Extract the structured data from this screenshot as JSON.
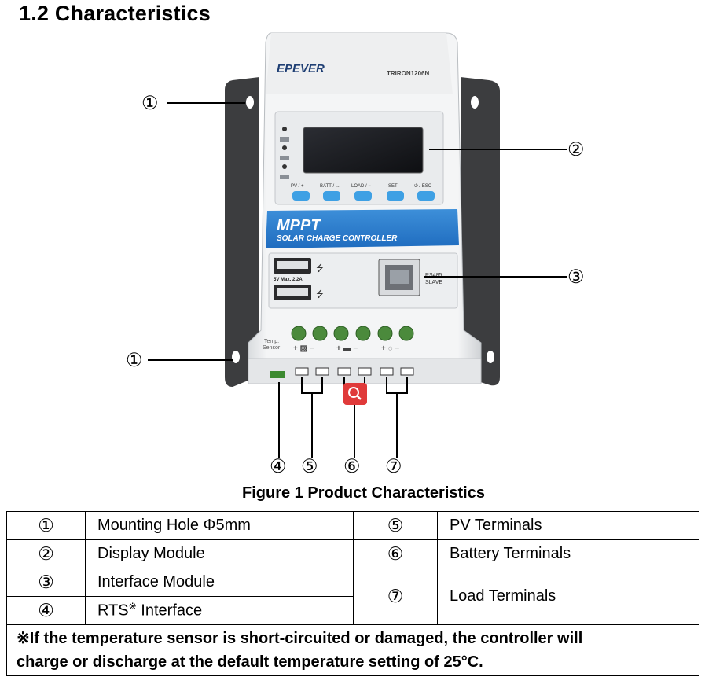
{
  "section_title": "1.2 Characteristics",
  "device": {
    "brand": "EPEVER",
    "model": "TRIRON1206N",
    "banner_title": "MPPT",
    "banner_subtitle": "SOLAR CHARGE CONTROLLER",
    "buttons": [
      "PV / +",
      "BATT / →",
      "LOAD / −",
      "SET",
      "⏻ / ESC"
    ],
    "usb_label": "5V  Max. 2.2A",
    "rs485_line1": "RS485",
    "rs485_line2": "SLAVE",
    "temp_label_1": "Temp.",
    "temp_label_2": "Sensor"
  },
  "callouts": {
    "c1a": "①",
    "c1b": "①",
    "c2": "②",
    "c3": "③",
    "c4": "④",
    "c5": "⑤",
    "c6": "⑥",
    "c7": "⑦"
  },
  "figure_caption": "Figure 1 Product Characteristics",
  "legend": {
    "r1": {
      "num": "①",
      "label": "Mounting Hole Φ5mm",
      "num2": "⑤",
      "label2": "PV Terminals"
    },
    "r2": {
      "num": "②",
      "label": "Display Module",
      "num2": "⑥",
      "label2": "Battery Terminals"
    },
    "r3": {
      "num": "③",
      "label": "Interface Module",
      "num2": "⑦",
      "label2": "Load Terminals"
    },
    "r4": {
      "num": "④",
      "label": "RTS",
      "label_sup": "※",
      "label_tail": " Interface"
    }
  },
  "note_line1": "※If the temperature sensor is short-circuited or damaged, the controller will",
  "note_line2": "charge or discharge at the default temperature setting of 25°C."
}
